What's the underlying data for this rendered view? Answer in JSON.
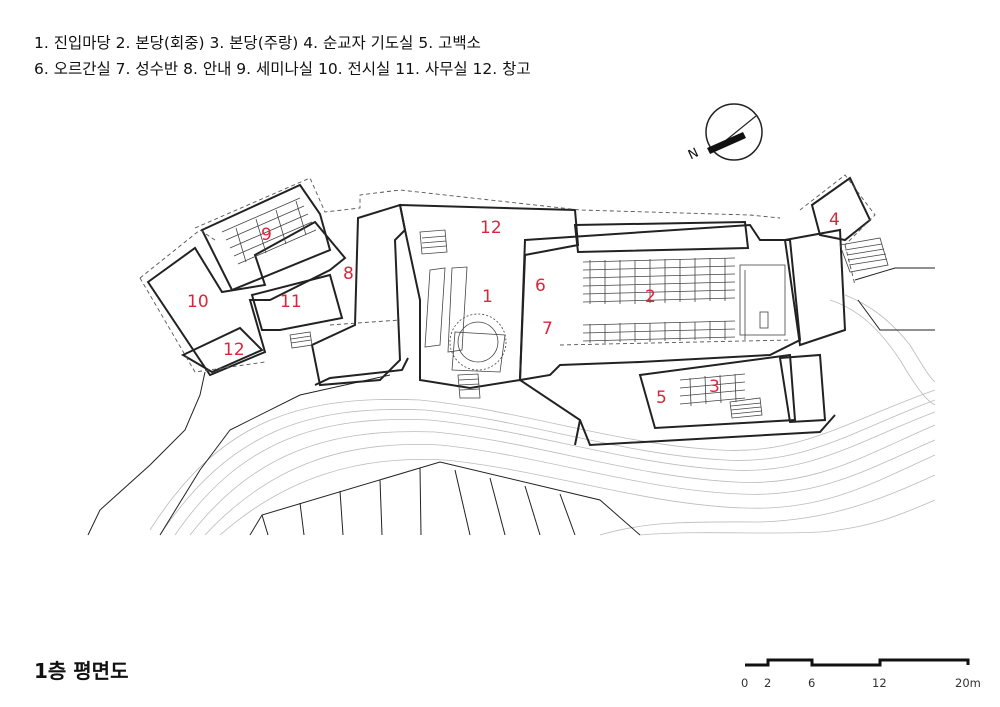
{
  "legend": {
    "line1": "1. 진입마당  2. 본당(회중)  3. 본당(주랑)  4. 순교자 기도실 5. 고백소",
    "line2": "6. 오르간실  7. 성수반  8. 안내  9. 세미나실  10. 전시실  11. 사무실  12. 창고"
  },
  "title": "1층 평면도",
  "rooms": [
    "1",
    "2",
    "3",
    "4",
    "5",
    "6",
    "7",
    "8",
    "9",
    "10",
    "11",
    "12",
    "12"
  ],
  "north": "N",
  "scale": {
    "ticks": [
      "0",
      "2",
      "6",
      "12",
      "20m"
    ]
  },
  "colors": {
    "room_number": "#d9263a",
    "line": "#222222"
  }
}
